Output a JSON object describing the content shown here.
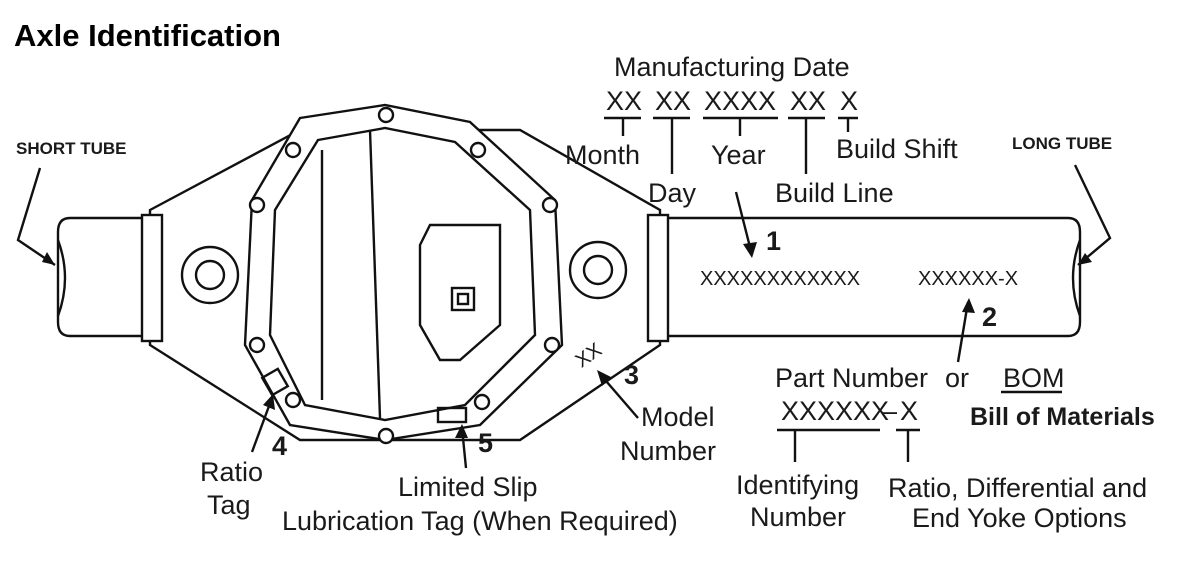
{
  "title": "Axle Identification",
  "tubes": {
    "short": "SHORT TUBE",
    "long": "LONG TUBE"
  },
  "manufacturing_date": {
    "heading": "Manufacturing Date",
    "codes": [
      "XX",
      "XX",
      "XXXX",
      "XX",
      "X"
    ],
    "labels": {
      "month": "Month",
      "day": "Day",
      "year": "Year",
      "build_line": "Build Line",
      "build_shift": "Build Shift"
    }
  },
  "stamp_1": "XXXXXXXXXXXX",
  "stamp_2": "XXXXXX-X",
  "model_stamp": "XX",
  "callouts": {
    "n1": "1",
    "n2": "2",
    "n3": "3",
    "n4": "4",
    "n5": "5",
    "model_line1": "Model",
    "model_line2": "Number",
    "ratio_line1": "Ratio",
    "ratio_line2": "Tag",
    "ls_line1": "Limited Slip",
    "ls_line2": "Lubrication Tag (When Required)"
  },
  "part_number": {
    "label": "Part Number",
    "or": "or",
    "bom": "BOM",
    "bom_full": "Bill of Materials",
    "code_prefix": "XXXXXX",
    "code_dash": "–",
    "code_suffix": "X",
    "identifying_line1": "Identifying",
    "identifying_line2": "Number",
    "options_line1": "Ratio, Differential and",
    "options_line2": "End Yoke Options"
  },
  "colors": {
    "ink": "#111111",
    "background": "#ffffff"
  }
}
